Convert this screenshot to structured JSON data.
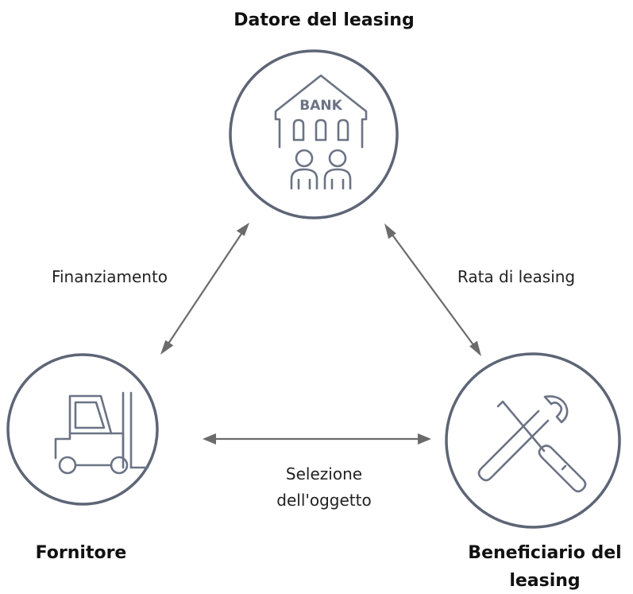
{
  "nodes": {
    "lessor": {
      "title": "Datore del leasing",
      "icon_text": "BANK",
      "icon": "bank-icon"
    },
    "supplier": {
      "title": "Fornitore",
      "icon": "forklift-icon"
    },
    "lessee": {
      "title_line1": "Beneficiario del",
      "title_line2": "leasing",
      "icon": "tools-icon"
    }
  },
  "edges": {
    "financing": {
      "label": "Finanziamento"
    },
    "installment": {
      "label": "Rata di leasing"
    },
    "selection": {
      "label_line1": "Selezione",
      "label_line2": "dell'oggetto"
    }
  },
  "colors": {
    "ring": "#5d6576",
    "icon": "#6b7385",
    "arrow": "#6b6b6b"
  }
}
